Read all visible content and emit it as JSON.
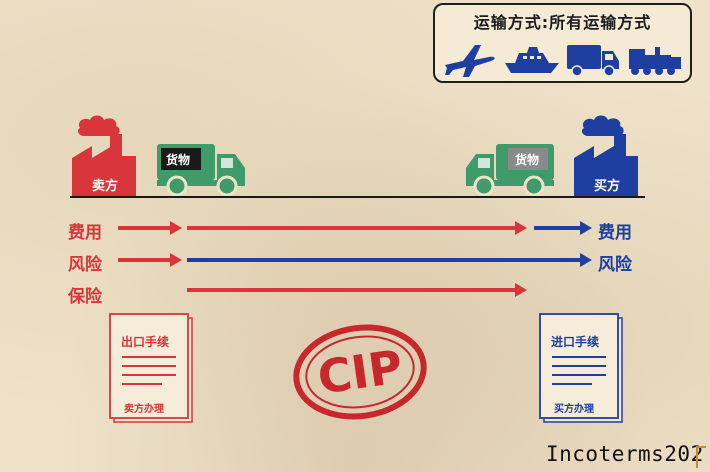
{
  "transport": {
    "title": "运输方式:所有运输方式",
    "icons": [
      "airplane-icon",
      "ship-icon",
      "truck-icon",
      "train-icon"
    ]
  },
  "seller": {
    "label": "卖方",
    "cargo": "货物",
    "color": "#d8363a"
  },
  "buyer": {
    "label": "买方",
    "cargo": "货物",
    "color": "#1f3fa0"
  },
  "rows": {
    "cost": "费用",
    "risk": "风险",
    "insurance": "保险"
  },
  "documents": {
    "export": {
      "title": "出口手续",
      "by": "卖方办理"
    },
    "import": {
      "title": "进口手续",
      "by": "买方办理"
    }
  },
  "stamp": {
    "text": "CIP"
  },
  "footer": {
    "text": "Incoterms202"
  },
  "colors": {
    "red": "#d8363a",
    "blue": "#1f3fa0",
    "truck": "#3f9c6a",
    "background": "#efe2c9"
  }
}
